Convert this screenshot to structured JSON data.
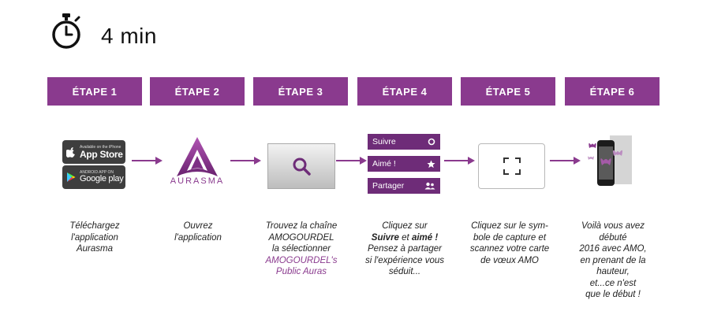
{
  "duration": "4 min",
  "steps": [
    {
      "header": "ÉTAPE 1"
    },
    {
      "header": "ÉTAPE 2"
    },
    {
      "header": "ÉTAPE 3"
    },
    {
      "header": "ÉTAPE 4"
    },
    {
      "header": "ÉTAPE 5"
    },
    {
      "header": "ÉTAPE 6"
    }
  ],
  "step1": {
    "appstore_small": "Available on the iPhone",
    "appstore_big": "App Store",
    "googleplay_small": "ANDROID APP ON",
    "googleplay_big": "Google play",
    "desc_lines": [
      "Téléchargez",
      "l'application",
      "Aurasma"
    ]
  },
  "step2": {
    "logo_text": "AURASMA",
    "desc_lines": [
      "Ouvrez",
      "l'application"
    ]
  },
  "step3": {
    "desc_lines": [
      "Trouvez la chaîne",
      "AMOGOURDEL",
      "la sélectionner"
    ],
    "highlight_lines": [
      "AMOGOURDEL's",
      "Public Auras"
    ]
  },
  "step4": {
    "buttons": [
      {
        "label": "Suivre",
        "icon": "circle-icon"
      },
      {
        "label": "Aimé !",
        "icon": "star-icon"
      },
      {
        "label": "Partager",
        "icon": "people-icon"
      }
    ],
    "desc_line1_pre": "Cliquez sur",
    "desc_bold1": "Suivre",
    "desc_mid": " et ",
    "desc_bold2": "aimé !",
    "desc_lines_after": [
      "Pensez à partager",
      "si l'expérience vous",
      "séduit..."
    ]
  },
  "step5": {
    "desc_lines": [
      "Cliquez sur le sym-",
      "bole de capture et",
      "scannez votre carte",
      "de vœux AMO"
    ]
  },
  "step6": {
    "desc_lines": [
      "Voilà vous avez",
      "débuté",
      "2016 avec AMO,",
      "en prenant de la",
      "hauteur,",
      "et...ce n'est",
      "que le début !"
    ]
  },
  "colors": {
    "accent": "#8a3a8e",
    "button": "#6e2c78"
  }
}
